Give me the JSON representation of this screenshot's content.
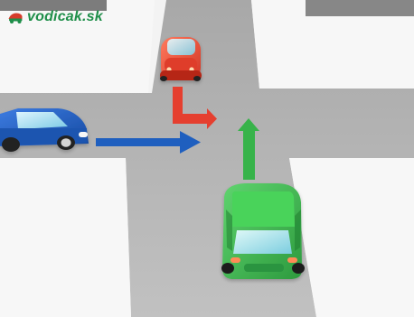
{
  "logo": {
    "text": "vodicak.sk",
    "color": "#1f8f4a"
  },
  "scene": {
    "road_color": "#b8b8b8",
    "sidewalk_color": "#f2f2f2",
    "cars": [
      {
        "name": "red-car",
        "color": "#e53f2f"
      },
      {
        "name": "blue-car",
        "color": "#1f5fbf"
      },
      {
        "name": "green-car",
        "color": "#37b34a"
      }
    ],
    "arrows": [
      {
        "name": "red-turn-arrow",
        "color": "#e53f2f"
      },
      {
        "name": "blue-straight-arrow",
        "color": "#1f5fbf"
      },
      {
        "name": "green-straight-arrow",
        "color": "#37b34a"
      }
    ]
  }
}
